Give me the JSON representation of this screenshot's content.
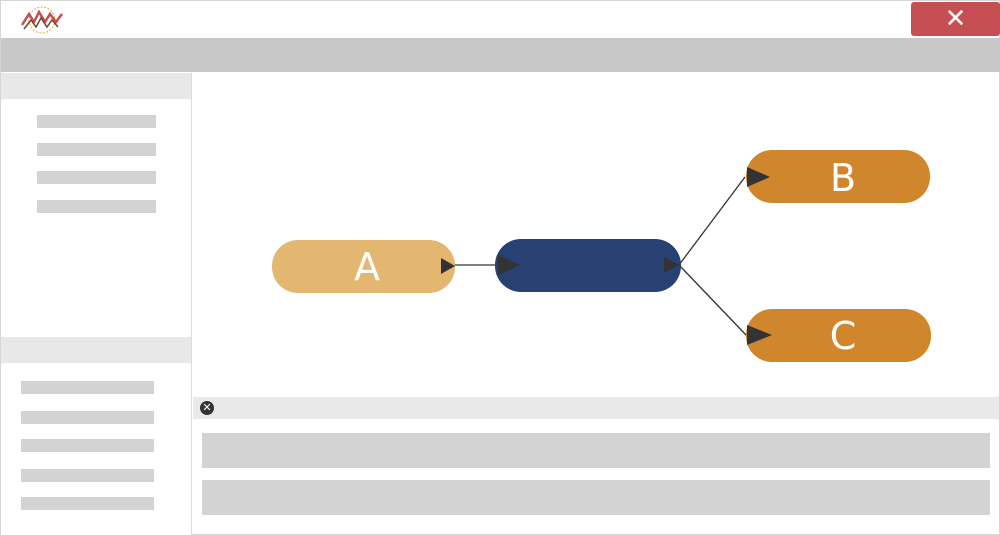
{
  "window": {
    "close_glyph": "✕",
    "logo_icon": "app-logo-icon",
    "close_color": "#c64f53"
  },
  "bottom_panel": {
    "close_glyph": "✕",
    "close_icon": "close-circle-icon"
  },
  "diagram": {
    "nodes": [
      {
        "id": "a",
        "label": "A",
        "color": "#e3b770"
      },
      {
        "id": "center",
        "label": "",
        "color": "#264172"
      },
      {
        "id": "b",
        "label": "B",
        "color": "#d0862d"
      },
      {
        "id": "c",
        "label": "C",
        "color": "#d0862d"
      }
    ],
    "edges": [
      {
        "from": "a",
        "to": "center"
      },
      {
        "from": "center",
        "to": "b"
      },
      {
        "from": "center",
        "to": "c"
      }
    ]
  }
}
